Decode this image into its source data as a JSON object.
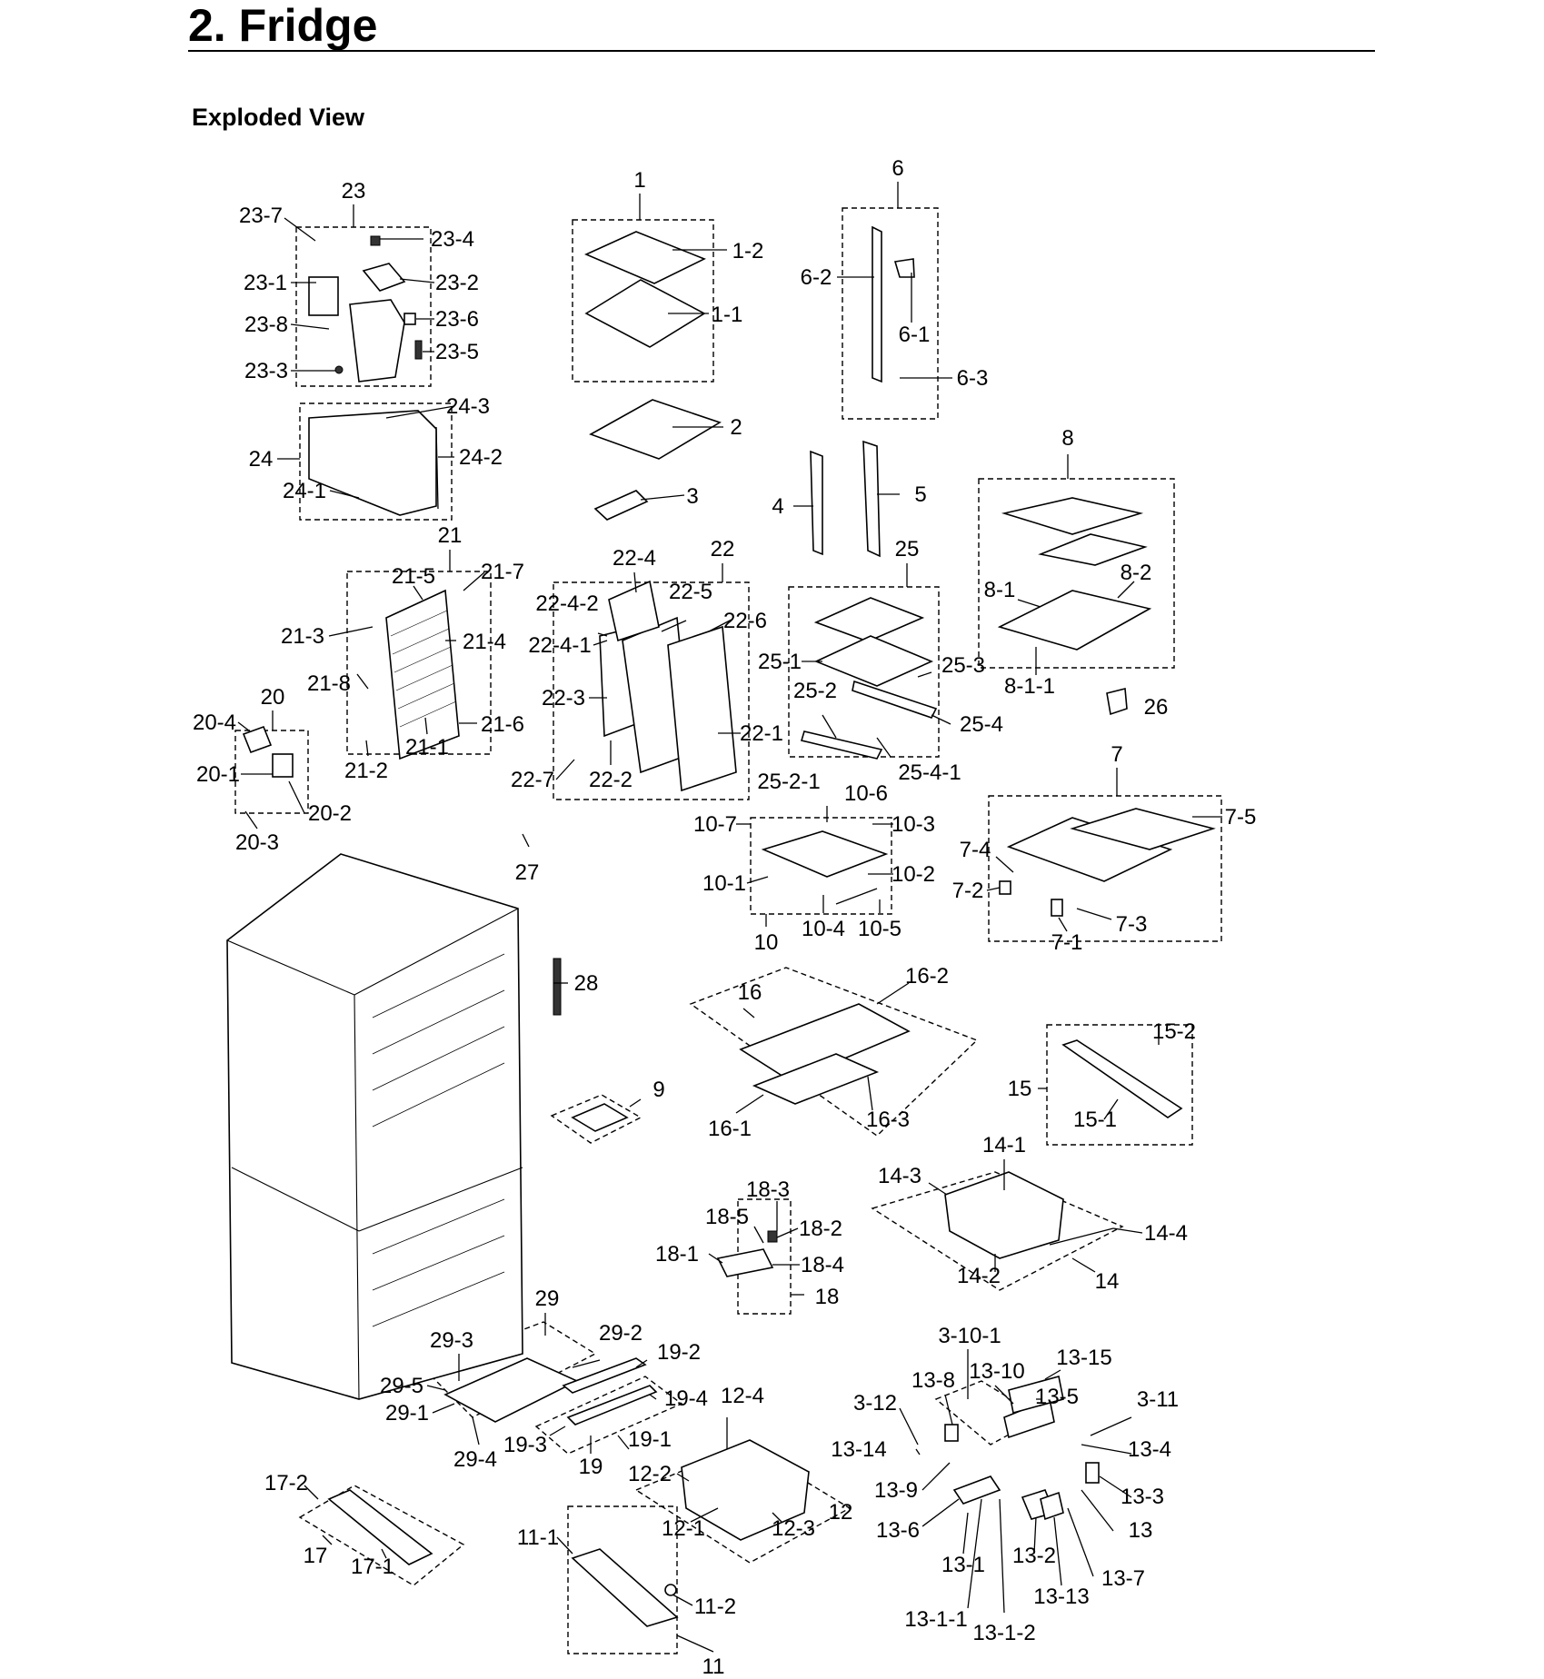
{
  "page": {
    "title": "2.  Fridge",
    "subtitle": "Exploded View"
  },
  "callouts": [
    "23",
    "23-7",
    "23-4",
    "23-1",
    "23-2",
    "23-8",
    "23-6",
    "23-5",
    "23-3",
    "24-3",
    "24",
    "24-2",
    "24-1",
    "1",
    "1-2",
    "1-1",
    "2",
    "3",
    "6",
    "6-2",
    "6-1",
    "6-3",
    "4",
    "5",
    "8",
    "8-1",
    "8-2",
    "8-1-1",
    "26",
    "25",
    "25-1",
    "25-3",
    "25-2",
    "25-4",
    "25-4-1",
    "25-2-1",
    "21",
    "21-5",
    "21-7",
    "21-3",
    "21-4",
    "21-8",
    "21-6",
    "21-2",
    "21-1",
    "22-4",
    "22",
    "22-4-2",
    "22-5",
    "22-6",
    "22-4-1",
    "22-3",
    "22-1",
    "22-7",
    "22-2",
    "20",
    "20-4",
    "20-1",
    "20-2",
    "20-3",
    "7",
    "7-5",
    "7-4",
    "7-2",
    "7-3",
    "7-1",
    "10-6",
    "10-7",
    "10-3",
    "10-1",
    "10-2",
    "10",
    "10-4",
    "10-5",
    "27",
    "28",
    "16",
    "16-2",
    "16-1",
    "16-3",
    "15-2",
    "15",
    "15-1",
    "9",
    "14-1",
    "14-3",
    "14-4",
    "14-2",
    "14",
    "18-3",
    "18-5",
    "18-2",
    "18-1",
    "18-4",
    "18",
    "29",
    "29-2",
    "29-3",
    "29-5",
    "29-1",
    "29-4",
    "19-2",
    "19-4",
    "12-4",
    "19-3",
    "19-1",
    "19",
    "12-2",
    "12",
    "12-1",
    "12-3",
    "3-10-1",
    "13-15",
    "13-10",
    "13-8",
    "3-12",
    "3-11",
    "13-5",
    "13-14",
    "13-4",
    "13-9",
    "13-3",
    "13-6",
    "13",
    "13-1",
    "13-2",
    "13-7",
    "13-13",
    "13-1-1",
    "13-1-2",
    "17-2",
    "17",
    "17-1",
    "11-1",
    "11-2",
    "11"
  ]
}
